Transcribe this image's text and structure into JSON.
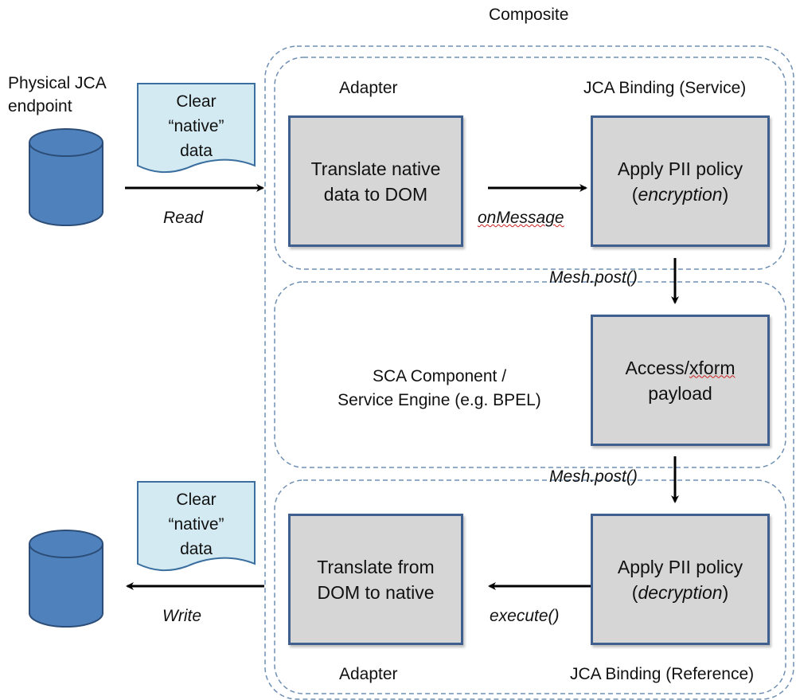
{
  "composite": {
    "title": "Composite"
  },
  "endpoint": {
    "label_line1": "Physical JCA",
    "label_line2": "endpoint"
  },
  "read_flow": {
    "note": {
      "line1": "Clear",
      "line2": "“native”",
      "line3": "data"
    },
    "label": "Read"
  },
  "write_flow": {
    "note": {
      "line1": "Clear",
      "line2": "“native”",
      "line3": "data"
    },
    "label": "Write"
  },
  "service_section": {
    "adapter_label": "Adapter",
    "binding_label": "JCA Binding (Service)",
    "translate_box": {
      "line1": "Translate native",
      "line2": "data to DOM"
    },
    "policy_box": {
      "line1": "Apply PII policy",
      "line2_pre": "(",
      "line2_em": "encryption",
      "line2_post": ")"
    },
    "call_label": "onMessage"
  },
  "mesh_post_1": "Mesh.post()",
  "component_section": {
    "label_line1": "SCA Component /",
    "label_line2": "Service Engine (e.g. BPEL)",
    "payload_box": {
      "line1_a": "Access/",
      "line1_b": "xform",
      "line2": "payload"
    }
  },
  "mesh_post_2": "Mesh.post()",
  "reference_section": {
    "adapter_label": "Adapter",
    "binding_label": "JCA Binding (Reference)",
    "translate_box": {
      "line1": "Translate from",
      "line2": "DOM to native"
    },
    "policy_box": {
      "line1": "Apply PII policy",
      "line2_pre": "(",
      "line2_em": "decryption",
      "line2_post": ")"
    },
    "call_label": "execute()"
  },
  "colors": {
    "cylinder_fill": "#4f81bd",
    "cylinder_stroke": "#2c4d77",
    "note_fill": "#d4eaf2",
    "note_stroke": "#3a6fa0",
    "box_fill": "#d6d6d6",
    "box_border": "#3f5f8f",
    "dashed_border": "#6f8fb3"
  }
}
